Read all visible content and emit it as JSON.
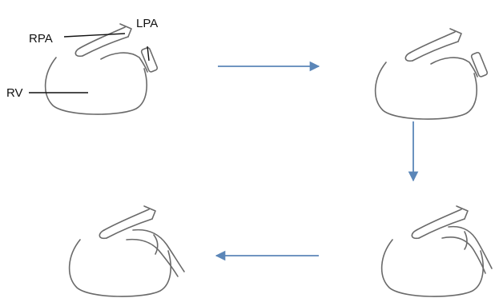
{
  "labels": {
    "rpa": "RPA",
    "lpa": "LPA",
    "rv": "RV"
  },
  "colors": {
    "arrow": "#5b86b8",
    "sketch": "#6a6a6a",
    "label": "#111111"
  }
}
